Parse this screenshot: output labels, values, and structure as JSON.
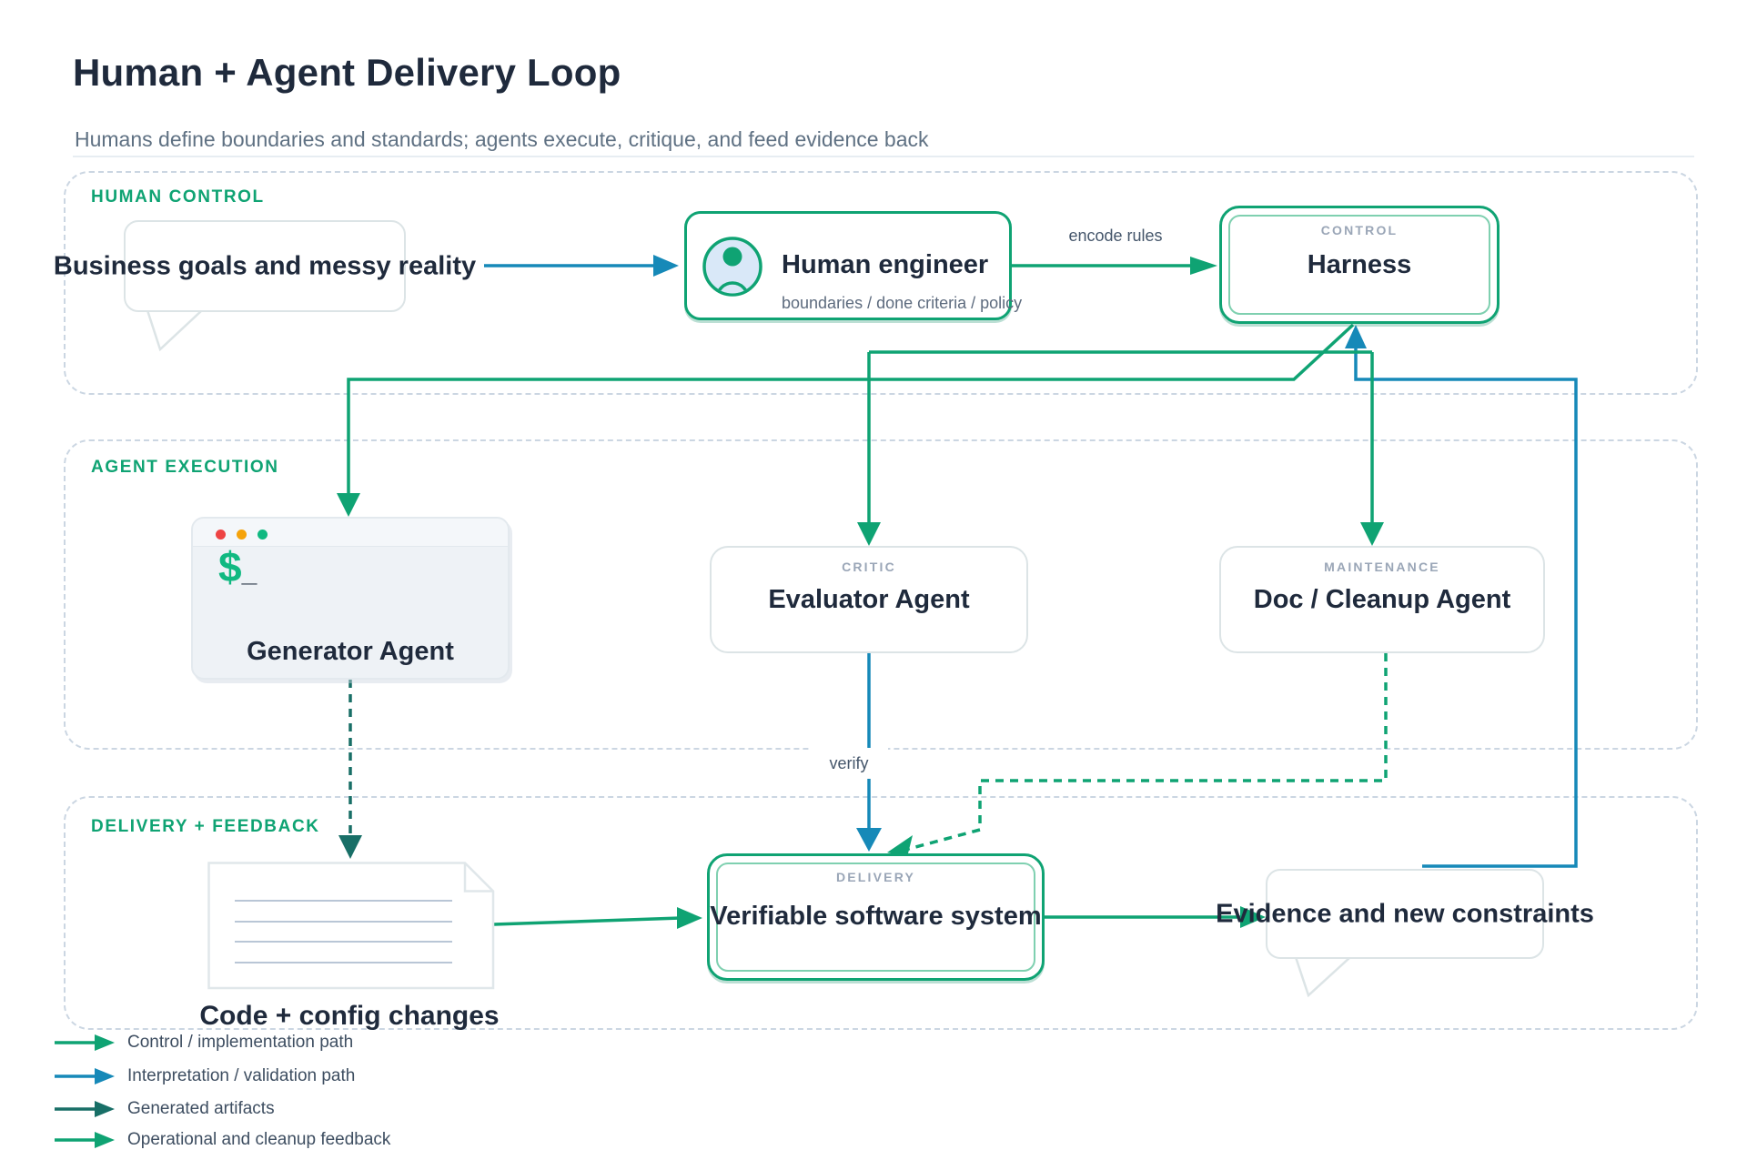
{
  "header": {
    "title": "Human + Agent Delivery Loop",
    "subtitle": "Humans define boundaries and standards; agents execute, critique, and feed evidence back"
  },
  "sections": {
    "human_control": "HUMAN CONTROL",
    "agent_execution": "AGENT EXECUTION",
    "delivery_feedback": "DELIVERY + FEEDBACK"
  },
  "nodes": {
    "business_goals": "Business goals and messy reality",
    "human_engineer": {
      "title": "Human engineer",
      "subtitle": "boundaries / done criteria / policy"
    },
    "harness": {
      "tag": "CONTROL",
      "title": "Harness"
    },
    "generator_agent": {
      "title": "Generator Agent",
      "prompt": "$",
      "cursor": "_"
    },
    "evaluator_agent": {
      "tag": "CRITIC",
      "title": "Evaluator Agent"
    },
    "doc_cleanup_agent": {
      "tag": "MAINTENANCE",
      "title": "Doc / Cleanup Agent"
    },
    "code_config_changes": "Code + config changes",
    "verifiable_system": {
      "tag": "DELIVERY",
      "title": "Verifiable software system"
    },
    "evidence": "Evidence and new constraints"
  },
  "edge_labels": {
    "encode_rules": "encode rules",
    "verify": "verify"
  },
  "icons": {
    "human_engineer": "person-icon",
    "generator_agent": "terminal-window-icon",
    "code_config_changes": "document-icon",
    "business_goals": "speech-bubble",
    "evidence": "speech-bubble"
  },
  "legend": {
    "items": [
      {
        "label": "Control / implementation path",
        "color": "#0FA373"
      },
      {
        "label": "Interpretation / validation path",
        "color": "#1689B8"
      },
      {
        "label": "Generated artifacts",
        "color": "#186F67"
      },
      {
        "label": "Operational and cleanup feedback",
        "color": "#0FA373"
      }
    ]
  },
  "colors": {
    "control_green": "#0FA373",
    "light_green": "#7FD0B0",
    "validation_blue": "#1689B8",
    "artifact_teal": "#186F67",
    "text_navy": "#1F2A3C",
    "tag_gray": "#9AA6B7",
    "dashed_border": "#CBD6E2"
  }
}
